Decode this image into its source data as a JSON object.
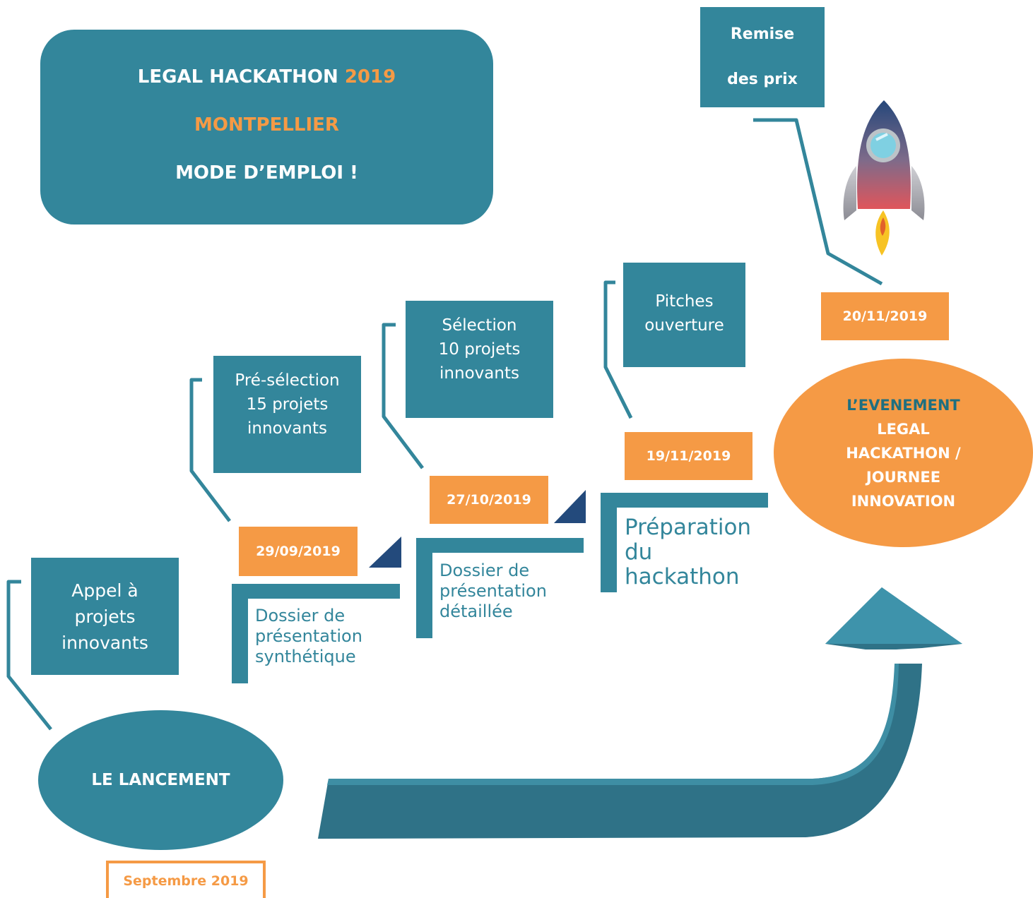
{
  "title": {
    "line1_text": "LEGAL HACKATHON",
    "line1_year": "2019",
    "line2": "MONTPELLIER",
    "line3": "MODE D’EMPLOI !"
  },
  "launch": {
    "label": "LE LANCEMENT",
    "date": "Septembre 2019"
  },
  "steps": [
    {
      "box": [
        "Appel à",
        "projets",
        "innovants"
      ]
    },
    {
      "box": [
        "Pré-sélection",
        "15 projets",
        "innovants"
      ],
      "date": "29/09/2019",
      "bracket": [
        "Dossier de",
        "présentation",
        "synthétique"
      ]
    },
    {
      "box": [
        "Sélection",
        "10 projets",
        "innovants"
      ],
      "date": "27/10/2019",
      "bracket": [
        "Dossier de",
        "présentation",
        "détaillée"
      ]
    },
    {
      "box": [
        "Pitches",
        "ouverture"
      ],
      "date": "19/11/2019",
      "bracket": [
        "Préparation",
        "du",
        "hackathon"
      ]
    }
  ],
  "event": {
    "lines": [
      "L’EVENEMENT",
      "LEGAL",
      "HACKATHON /",
      "JOURNEE",
      "INNOVATION"
    ],
    "award_lines": [
      "Remise",
      "des prix"
    ],
    "award_date": "20/11/2019"
  },
  "colors": {
    "teal": "#33869b",
    "orange": "#f59a45",
    "navy": "#234a7c",
    "arrow": "#2f7287"
  },
  "icons": [
    "rocket-icon",
    "curved-arrow-icon"
  ]
}
